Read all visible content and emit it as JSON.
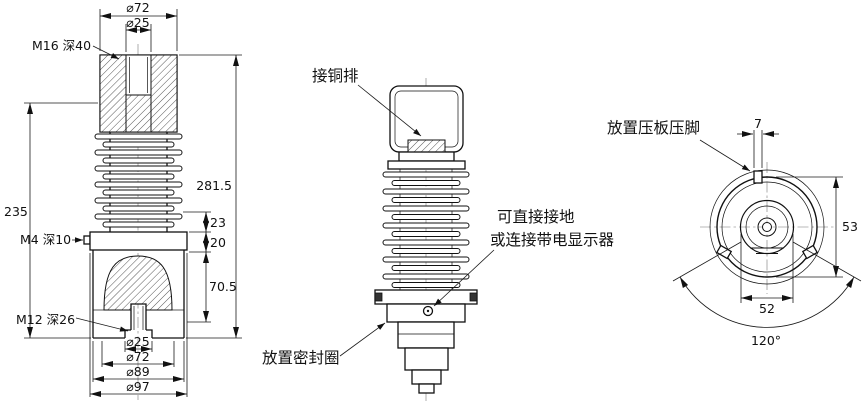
{
  "drawing": {
    "section_view": {
      "dim_top_outer_dia": "⌀72",
      "dim_top_bore_dia": "⌀25",
      "thread_top": "M16 深40",
      "dim_overall_height": "281.5",
      "dim_body_height": "235",
      "dim_step_23": "23",
      "dim_step_20": "20",
      "dim_lower_height": "70.5",
      "thread_side": "M4 深10",
      "thread_bottom": "M12 深26",
      "dim_bottom_bore_dia": "⌀25",
      "dim_bottom_inner_dia": "⌀72",
      "dim_bottom_skirt_dia": "⌀89",
      "dim_bottom_flange_dia": "⌀97"
    },
    "elevation_view": {
      "label_copper_busbar": "接铜排",
      "label_ground_line1": "可直接接地",
      "label_ground_line2": "或连接带电显示器",
      "label_seal_ring": "放置密封圈"
    },
    "plan_view": {
      "label_pressure_pad": "放置压板压脚",
      "dim_pad_width": "7",
      "dim_height": "53",
      "dim_width": "52",
      "dim_angle": "120°"
    }
  }
}
